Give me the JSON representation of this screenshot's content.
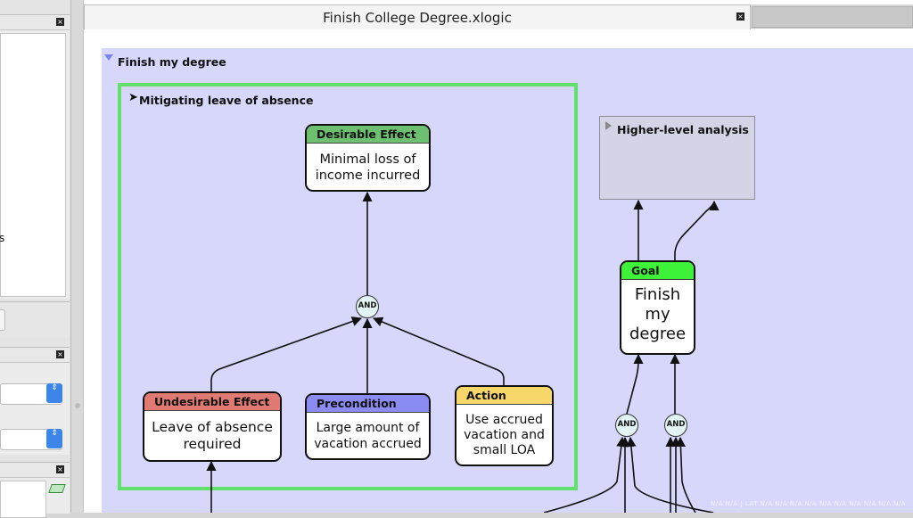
{
  "window": {
    "tab_title": "Finish College Degree.xlogic",
    "close_glyph": "×"
  },
  "left_panel": {
    "fragment_text": "s",
    "close_glyph": "×",
    "combo_arrows": "⇕"
  },
  "diagram": {
    "outer_group": {
      "title": "Finish my degree"
    },
    "mitigating_group": {
      "title": "Mitigating leave of absence",
      "border_color": "#62e06c"
    },
    "higher_group": {
      "title": "Higher-level analysis"
    },
    "and_label": "AND",
    "nodes": {
      "desirable": {
        "type": "Desirable Effect",
        "text_lines": [
          "Minimal loss of",
          "income incurred"
        ],
        "color": "#6cc070"
      },
      "undesirable": {
        "type": "Undesirable Effect",
        "text_lines": [
          "Leave of absence",
          "required"
        ],
        "color": "#e07a72"
      },
      "precondition": {
        "type": "Precondition",
        "text_lines": [
          "Large amount of",
          "vacation accrued"
        ],
        "color": "#8a8cf4"
      },
      "action": {
        "type": "Action",
        "text_lines": [
          "Use accrued",
          "vacation and",
          "small LOA"
        ],
        "color": "#f7d66a"
      },
      "goal": {
        "type": "Goal",
        "text_lines": [
          "Finish",
          "my",
          "degree"
        ],
        "color": "#3ef23a"
      }
    },
    "footer_strip": "N/A  N/A  |  LAT N/A  N/A  N/A  N/A  N/A  N/A  N/A  N/A  N/A  N/A"
  },
  "colors": {
    "canvas": "#d6d7fb",
    "connector": "#111111"
  }
}
